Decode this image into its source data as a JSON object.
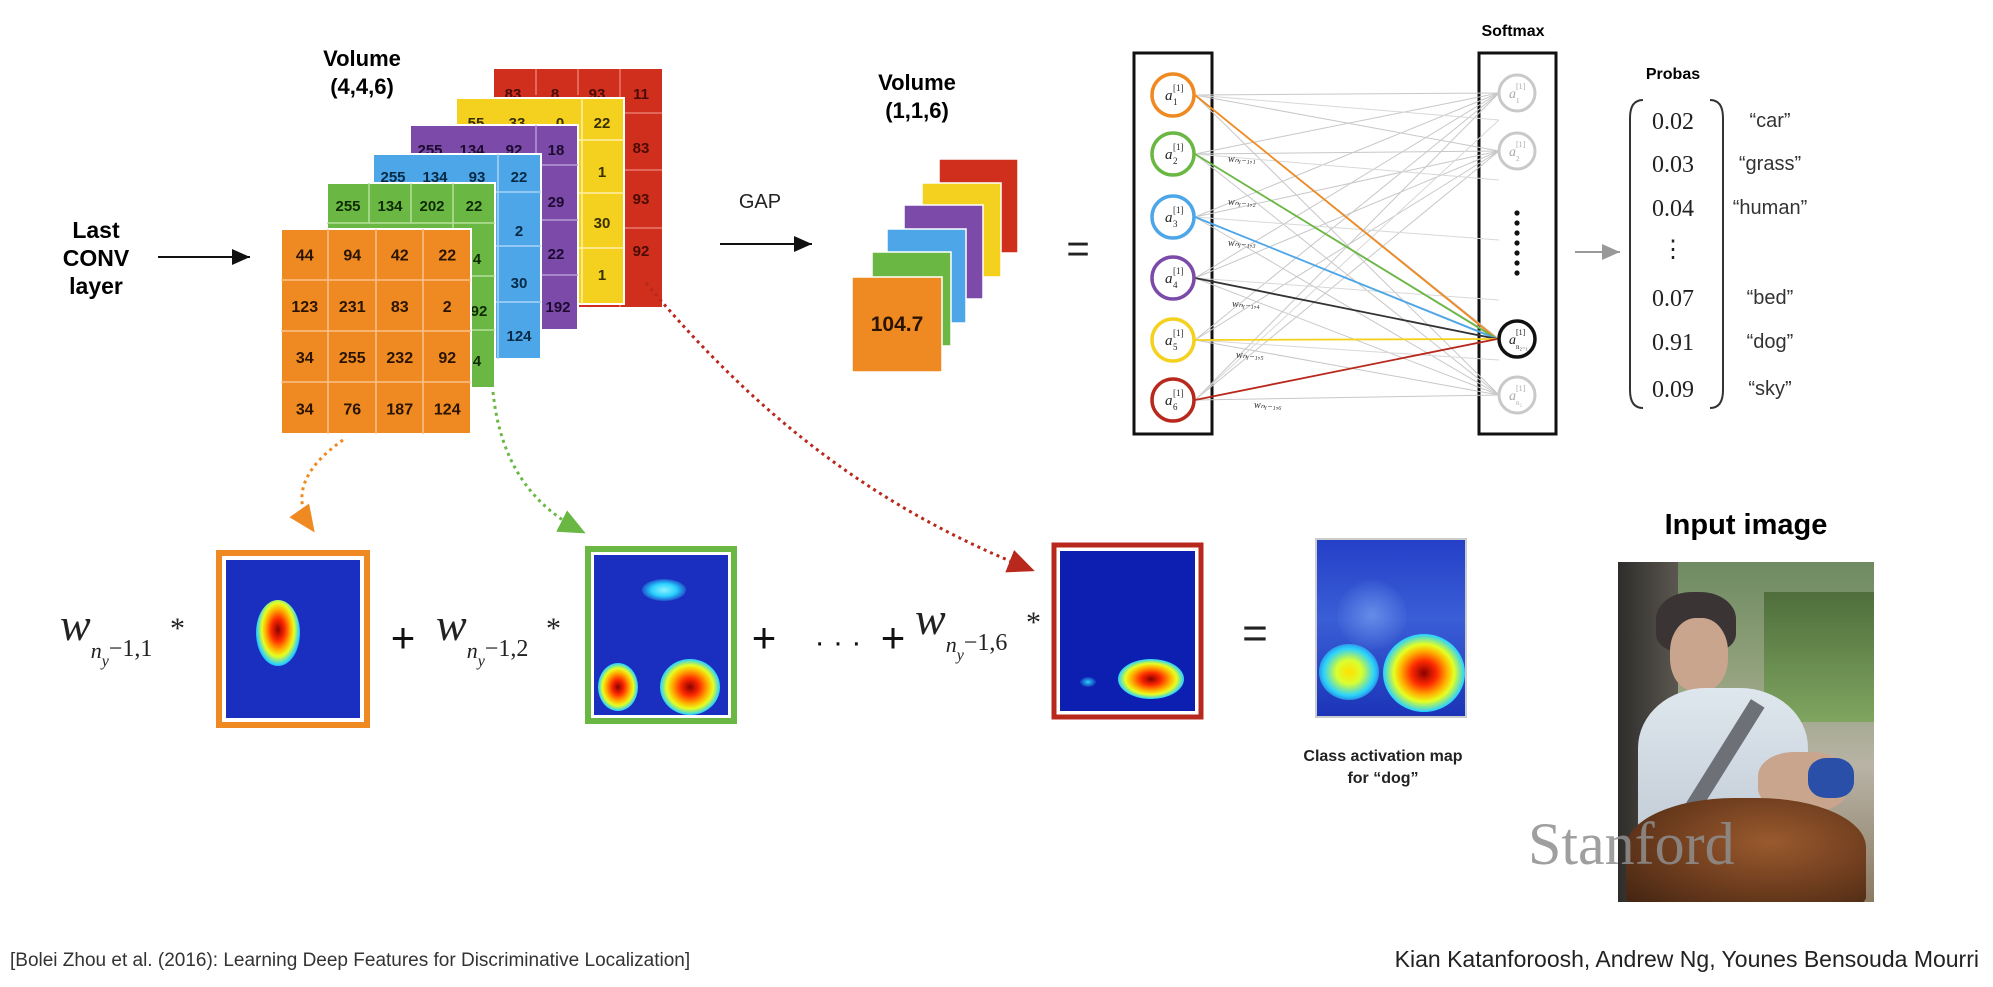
{
  "labels": {
    "last_conv": [
      "Last",
      "CONV",
      "layer"
    ],
    "volume_466": [
      "Volume",
      "(4,4,6)"
    ],
    "volume_116": [
      "Volume",
      "(1,1,6)"
    ],
    "gap": "GAP",
    "equals": "=",
    "softmax": "Softmax",
    "probas": "Probas",
    "input_image": "Input image",
    "cam_caption": [
      "Class activation map",
      "for “dog”"
    ],
    "plus": "+",
    "ellipsis": "· · ·",
    "star": "*",
    "gap_value": "104.7",
    "watermark": "Stanford"
  },
  "front_grid": [
    "44",
    "94",
    "42",
    "22",
    "123",
    "231",
    "83",
    "2",
    "34",
    "255",
    "232",
    "92",
    "34",
    "76",
    "187",
    "124"
  ],
  "slice_green_top": [
    "255",
    "134",
    "202",
    "22"
  ],
  "slice_green_side": [
    "4",
    "92",
    "4"
  ],
  "slice_blue_top": [
    "255",
    "134",
    "93",
    "22"
  ],
  "slice_blue_side": [
    "2",
    "30",
    "124"
  ],
  "slice_purple_top": [
    "255",
    "134",
    "92",
    "18"
  ],
  "slice_purple_side": [
    "29",
    "22",
    "192"
  ],
  "slice_yellow_top": [
    "55",
    "33",
    "0",
    "22"
  ],
  "slice_yellow_side": [
    "1",
    "30",
    "1"
  ],
  "slice_red_top": [
    "83",
    "8",
    "93",
    "11"
  ],
  "slice_red_side": [
    "83",
    "93",
    "92"
  ],
  "slice_colors": [
    "#ef8a22",
    "#6ab843",
    "#4ca6e8",
    "#7c4aa8",
    "#f4d11e",
    "#cf2f1c"
  ],
  "neurons": [
    {
      "label": "a",
      "sub": "1",
      "sup": "[1]",
      "color": "#ef8a22"
    },
    {
      "label": "a",
      "sub": "2",
      "sup": "[1]",
      "color": "#6ab843"
    },
    {
      "label": "a",
      "sub": "3",
      "sup": "[1]",
      "color": "#4ca6e8"
    },
    {
      "label": "a",
      "sub": "4",
      "sup": "[1]",
      "color": "#7c4aa8"
    },
    {
      "label": "a",
      "sub": "5",
      "sup": "[1]",
      "color": "#f4d11e"
    },
    {
      "label": "a",
      "sub": "6",
      "sup": "[1]",
      "color": "#b9281c"
    }
  ],
  "softmax_neurons": [
    {
      "label": "a",
      "sub": "1",
      "sup": "[1]"
    },
    {
      "label": "a",
      "sub": "2",
      "sup": "[1]"
    },
    {
      "label": "a",
      "sub": "n₂₋₁",
      "sup": "[1]"
    },
    {
      "label": "a",
      "sub": "n₂",
      "sup": "[1]"
    }
  ],
  "weight_labels": [
    "wₙᵧ₋₁,₁",
    "wₙᵧ₋₁,₂",
    "wₙᵧ₋₁,₃",
    "wₙᵧ₋₁,₄",
    "wₙᵧ₋₁,₅",
    "wₙᵧ₋₁,₆"
  ],
  "probas": [
    {
      "value": "0.02",
      "label": "“car”"
    },
    {
      "value": "0.03",
      "label": "“grass”"
    },
    {
      "value": "0.04",
      "label": "“human”"
    },
    {
      "value": "⋮",
      "label": ""
    },
    {
      "value": "0.07",
      "label": "“bed”"
    },
    {
      "value": "0.91",
      "label": "“dog”"
    },
    {
      "value": "0.09",
      "label": "“sky”"
    }
  ],
  "weights_eq": [
    {
      "w": "w",
      "sub": "n",
      "subsub": "y",
      "rest": "−1,1"
    },
    {
      "w": "w",
      "sub": "n",
      "subsub": "y",
      "rest": "−1,2"
    },
    {
      "w": "w",
      "sub": "n",
      "subsub": "y",
      "rest": "−1,6"
    }
  ],
  "footer_left": "[Bolei Zhou et al. (2016): Learning Deep Features for Discriminative Localization]",
  "footer_right": "Kian Katanforoosh, Andrew Ng, Younes Bensouda Mourri"
}
